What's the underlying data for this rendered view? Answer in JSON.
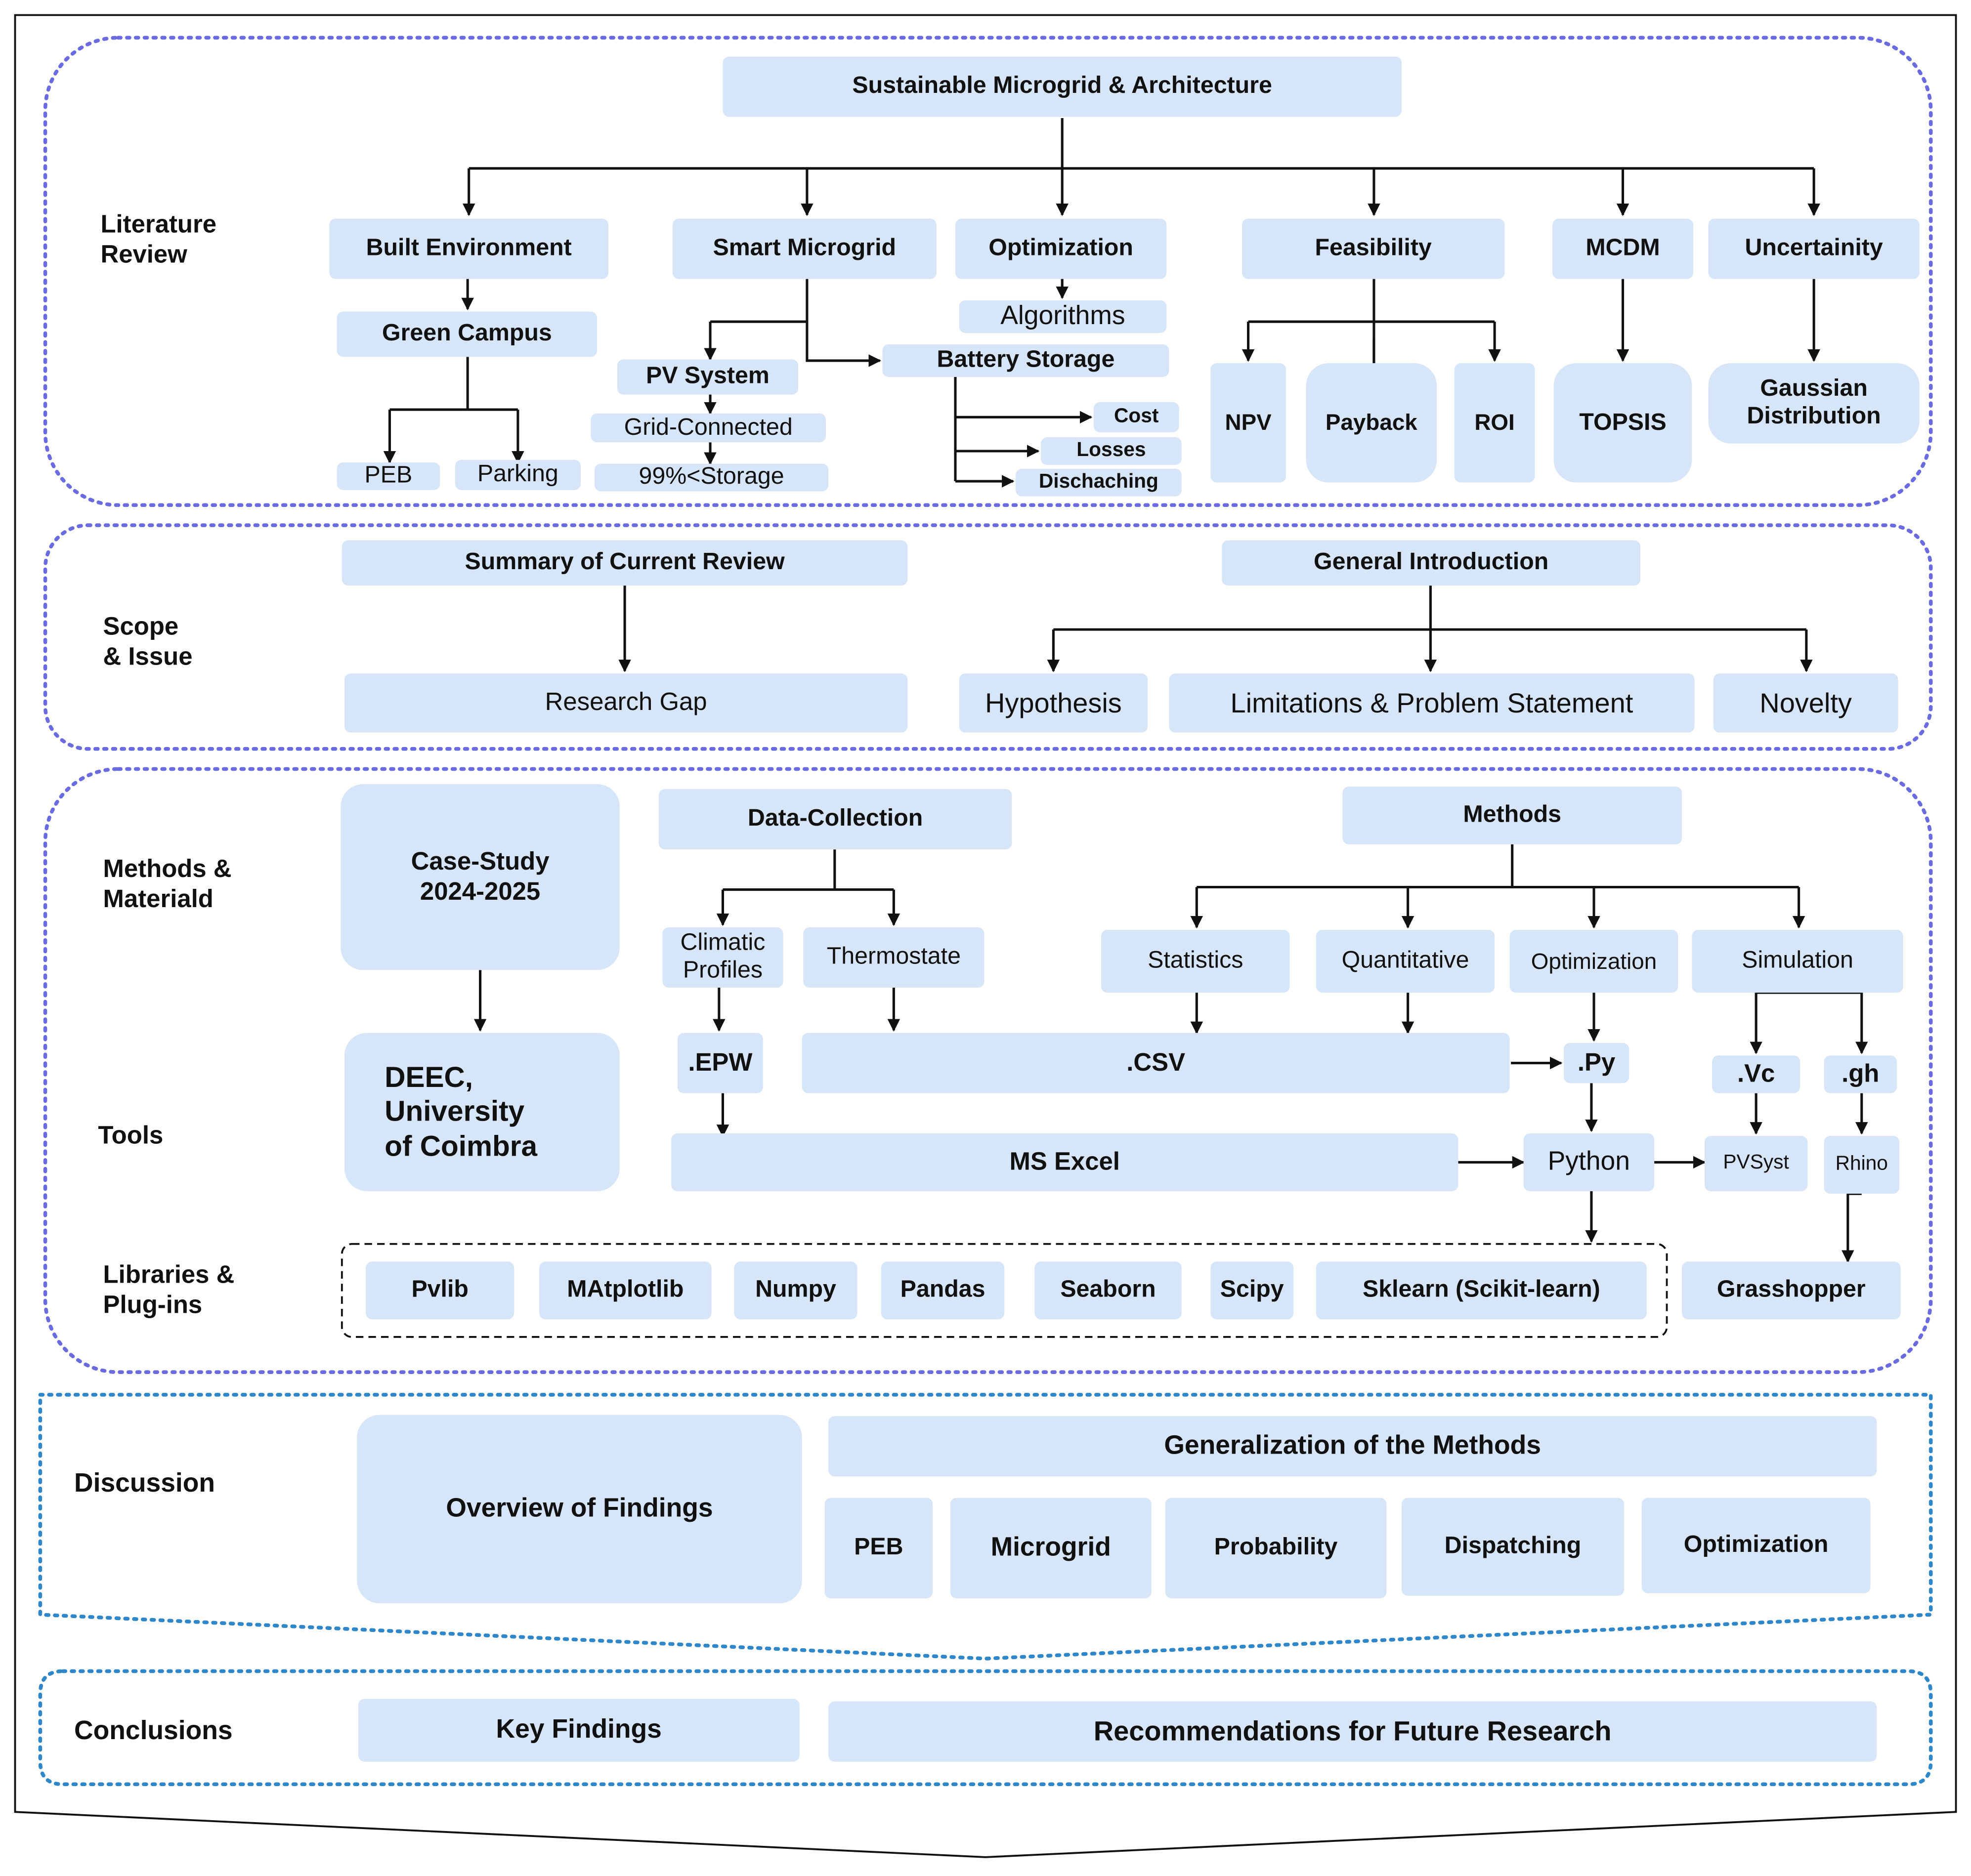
{
  "sections": {
    "literature_review": "Literature\nReview",
    "scope_issue": "Scope\n& Issue",
    "methods_materials": "Methods &\nMateriald",
    "tools": "Tools",
    "libraries_plugins": "Libraries &\nPlug-ins",
    "discussion": "Discussion",
    "conclusions": "Conclusions"
  },
  "literature": {
    "root": "Sustainable Microgrid & Architecture",
    "built_environment": "Built Environment",
    "green_campus": "Green Campus",
    "peb": "PEB",
    "parking": "Parking",
    "smart_microgrid": "Smart Microgrid",
    "pv_system": "PV System",
    "grid_connected": "Grid-Connected",
    "storage_99": "99%<Storage",
    "battery_storage": "Battery Storage",
    "cost": "Cost",
    "losses": "Losses",
    "dischaching": "Dischaching",
    "optimization": "Optimization",
    "algorithms": "Algorithms",
    "feasibility": "Feasibility",
    "npv": "NPV",
    "payback": "Payback",
    "roi": "ROI",
    "mcdm": "MCDM",
    "topsis": "TOPSIS",
    "uncertainity": "Uncertainity",
    "gaussian": "Gaussian\nDistribution"
  },
  "scope": {
    "summary": "Summary of Current Review",
    "research_gap": "Research Gap",
    "general_intro": "General Introduction",
    "hypothesis": "Hypothesis",
    "limitations": "Limitations & Problem Statement",
    "novelty": "Novelty"
  },
  "methods": {
    "case_study": "Case-Study\n2024-2025",
    "deec": "DEEC,\nUniversity\nof Coimbra",
    "data_collection": "Data-Collection",
    "climatic_profiles": "Climatic\nProfiles",
    "thermostate": "Thermostate",
    "methods": "Methods",
    "statistics": "Statistics",
    "quantitative": "Quantitative",
    "optimization": "Optimization",
    "simulation": "Simulation",
    "epw": ".EPW",
    "csv": ".CSV",
    "py": ".Py",
    "vc": ".Vc",
    "gh": ".gh",
    "ms_excel": "MS Excel",
    "python": "Python",
    "pvsyst": "PVSyst",
    "rhino": "Rhino"
  },
  "libraries": [
    "Pvlib",
    "MAtplotlib",
    "Numpy",
    "Pandas",
    "Seaborn",
    "Scipy",
    "Sklearn (Scikit-learn)"
  ],
  "grasshopper": "Grasshopper",
  "discussion": {
    "overview": "Overview of Findings",
    "generalization": "Generalization of the Methods",
    "items": [
      "PEB",
      "Microgrid",
      "Probability",
      "Dispatching",
      "Optimization"
    ]
  },
  "conclusions": {
    "key_findings": "Key Findings",
    "recommendations": "Recommendations for Future Research"
  },
  "colors": {
    "box_fill": "#d6e6f8",
    "section_border_purple": "#6b6be0",
    "section_border_blue": "#2f86c8",
    "arrow": "#111111"
  }
}
